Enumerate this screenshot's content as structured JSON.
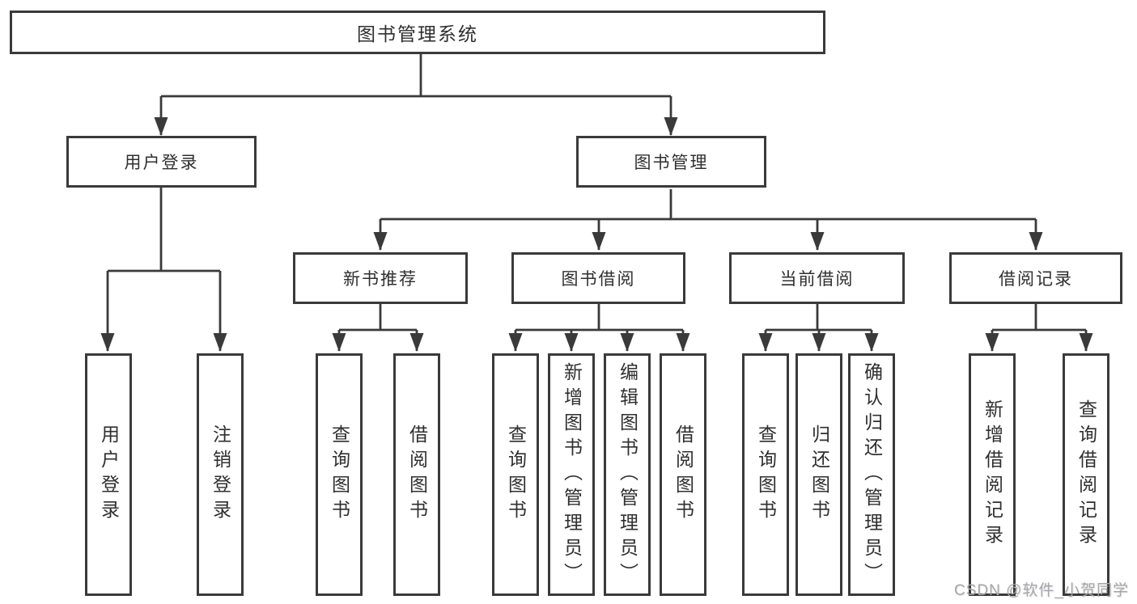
{
  "diagram": {
    "title": "图书管理系统",
    "colors": {
      "line": "#3a3a3a",
      "box_border": "#3a3a3a",
      "text": "#2f2f2f",
      "background": "#ffffff",
      "watermark": "#a5a7ab"
    },
    "tree": {
      "label": "图书管理系统",
      "children": [
        {
          "label": "用户登录",
          "children": [
            {
              "label": "用户登录"
            },
            {
              "label": "注销登录"
            }
          ]
        },
        {
          "label": "图书管理",
          "children": [
            {
              "label": "新书推荐",
              "children": [
                {
                  "label": "查询图书"
                },
                {
                  "label": "借阅图书"
                }
              ]
            },
            {
              "label": "图书借阅",
              "children": [
                {
                  "label": "查询图书"
                },
                {
                  "label": "新增图书（管理员）"
                },
                {
                  "label": "编辑图书（管理员）"
                },
                {
                  "label": "借阅图书"
                }
              ]
            },
            {
              "label": "当前借阅",
              "children": [
                {
                  "label": "查询图书"
                },
                {
                  "label": "归还图书"
                },
                {
                  "label": "确认归还（管理员）"
                }
              ]
            },
            {
              "label": "借阅记录",
              "children": [
                {
                  "label": "新增借阅记录"
                },
                {
                  "label": "查询借阅记录"
                }
              ]
            }
          ]
        }
      ]
    },
    "watermark": "CSDN @软件_小贺同学"
  }
}
